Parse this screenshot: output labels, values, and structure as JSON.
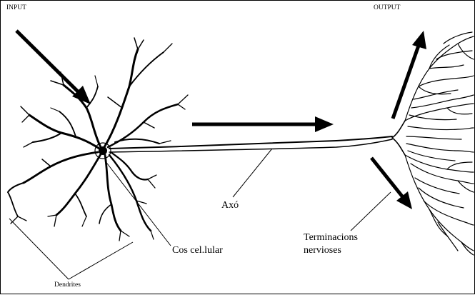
{
  "labels": {
    "input": "INPUT",
    "output": "OUTPUT",
    "axon": "Axó",
    "cell_body": "Cos cel.lular",
    "nerve_endings": "Terminacions\nnervioses",
    "dendrites": "Dendrites"
  },
  "colors": {
    "ink": "#000000",
    "background": "#ffffff"
  }
}
